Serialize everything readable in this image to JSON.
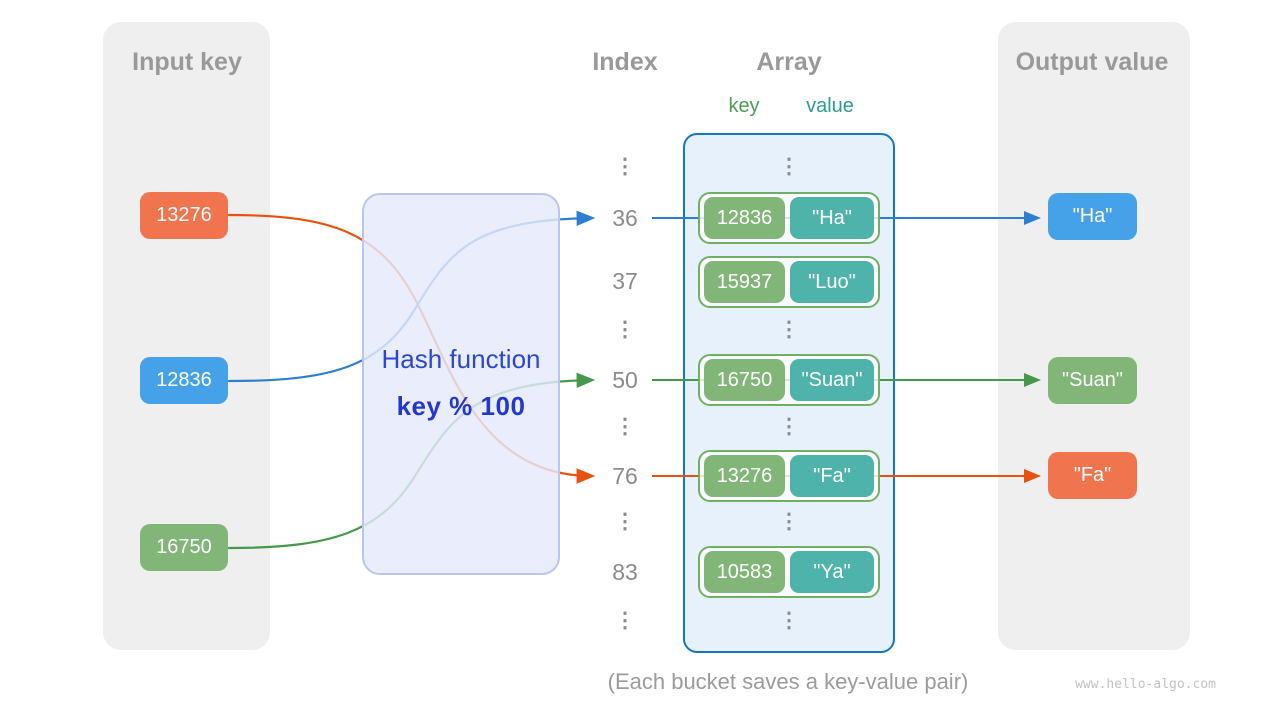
{
  "input_panel": {
    "title": "Input key",
    "keys": [
      {
        "label": "13276",
        "color": "#f0744d"
      },
      {
        "label": "12836",
        "color": "#45a1e8"
      },
      {
        "label": "16750",
        "color": "#82b578"
      }
    ]
  },
  "output_panel": {
    "title": "Output value",
    "values": [
      {
        "label": "\"Ha\"",
        "color": "#45a1e8"
      },
      {
        "label": "\"Suan\"",
        "color": "#82b578"
      },
      {
        "label": "\"Fa\"",
        "color": "#f0744d"
      }
    ]
  },
  "hash_box": {
    "title": "Hash function",
    "formula": "key % 100"
  },
  "headers": {
    "index": "Index",
    "array": "Array",
    "key": "key",
    "value": "value"
  },
  "index_column": {
    "e1": "⋮",
    "i36": "36",
    "i37": "37",
    "e2": "⋮",
    "i50": "50",
    "e3": "⋮",
    "i76": "76",
    "e4": "⋮",
    "i83": "83",
    "e5": "⋮"
  },
  "array": {
    "ellipsis": "⋮",
    "pairs": [
      {
        "key": "12836",
        "value": "\"Ha\""
      },
      {
        "key": "15937",
        "value": "\"Luo\""
      },
      {
        "key": "16750",
        "value": "\"Suan\""
      },
      {
        "key": "13276",
        "value": "\"Fa\""
      },
      {
        "key": "10583",
        "value": "\"Ya\""
      }
    ]
  },
  "caption": "(Each bucket saves a key-value pair)",
  "watermark": "www.hello-algo.com",
  "colors": {
    "panel_bg": "#efefef",
    "array_fill": "#e7f1fb",
    "array_border": "#1576c8",
    "hash_fill": "#e5eafb",
    "hash_border": "#bac5f1",
    "hash_text": "#2b46d6",
    "badge_orange": "#f0744d",
    "badge_blue": "#45a1e8",
    "badge_green": "#82b578",
    "badge_teal": "#4db3ab",
    "line_orange": "#e8520e",
    "line_blue": "#2e7fd0",
    "line_green": "#46984c",
    "key_label_color": "#4d9e52",
    "value_label_color": "#2e9c8f",
    "gray_text": "#999999"
  }
}
